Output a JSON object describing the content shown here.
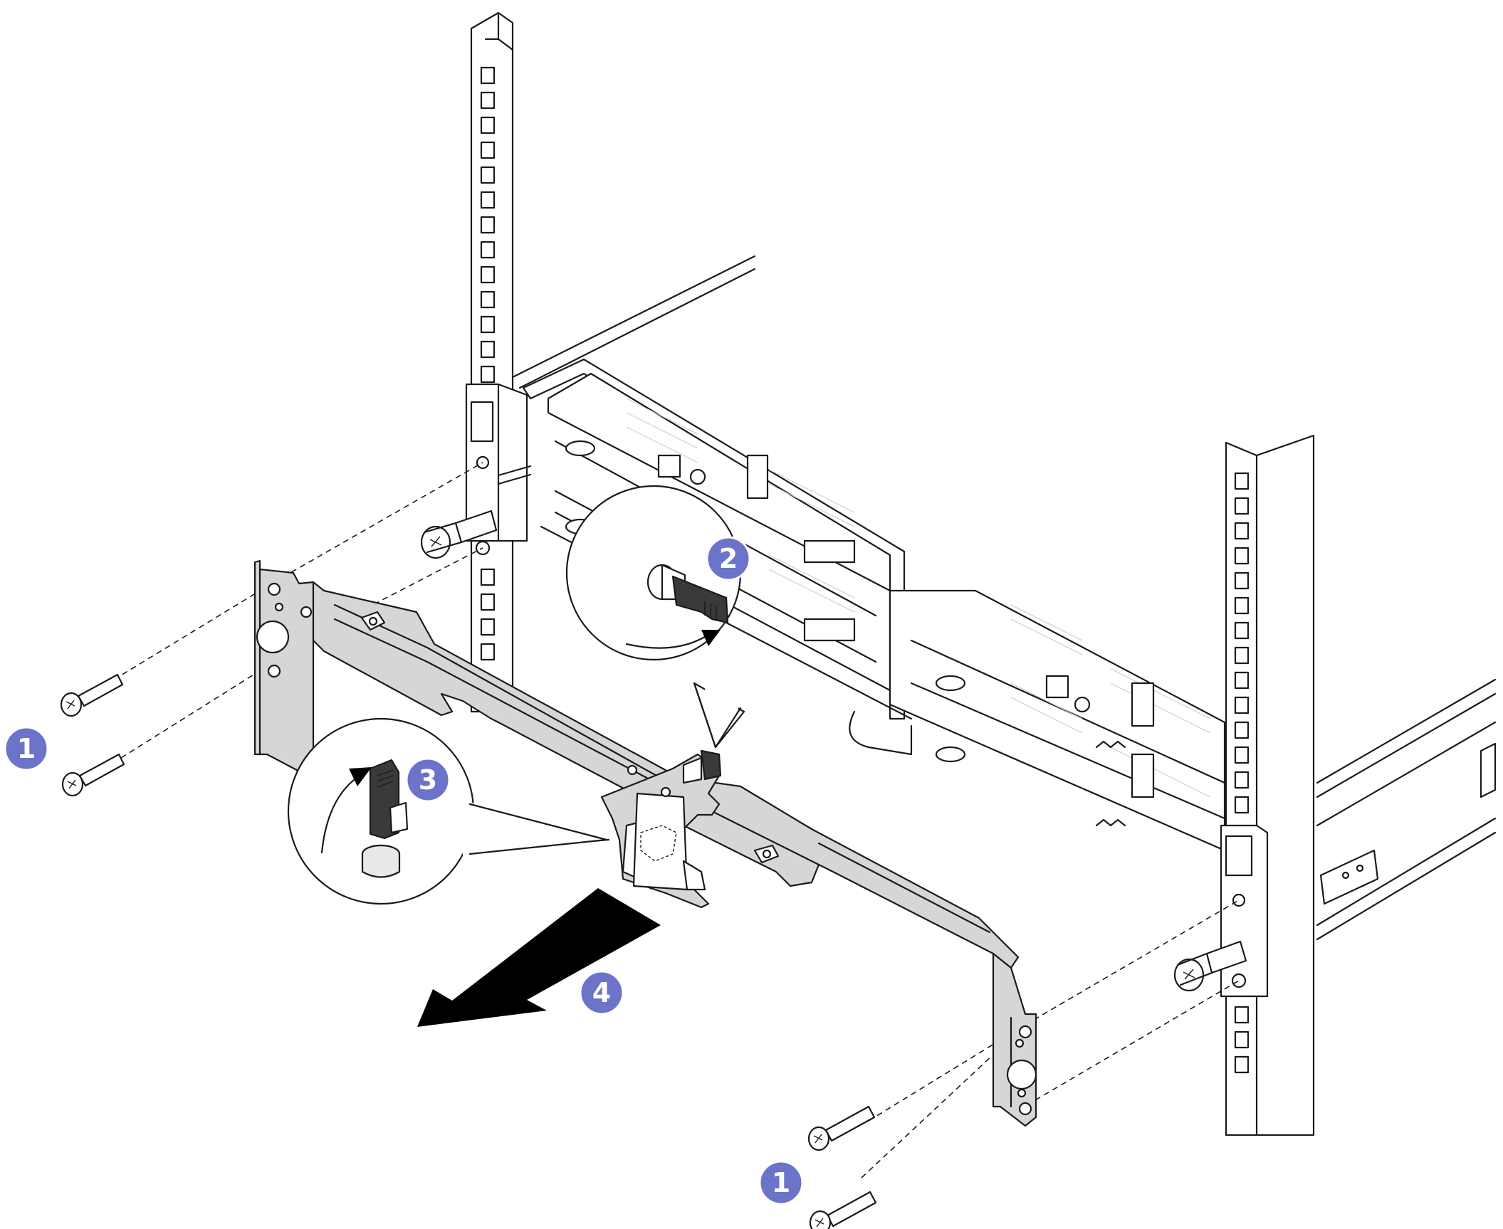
{
  "callouts": [
    {
      "id": "step-1-left",
      "label": "1"
    },
    {
      "id": "step-2",
      "label": "2"
    },
    {
      "id": "step-3",
      "label": "3"
    },
    {
      "id": "step-4",
      "label": "4"
    },
    {
      "id": "step-1-right",
      "label": "1"
    }
  ],
  "colors": {
    "callout_fill": "#6b74c9",
    "line": "#1a1a1a",
    "bracket_fill": "#d6d6d6",
    "arrow_fill": "#000000"
  }
}
